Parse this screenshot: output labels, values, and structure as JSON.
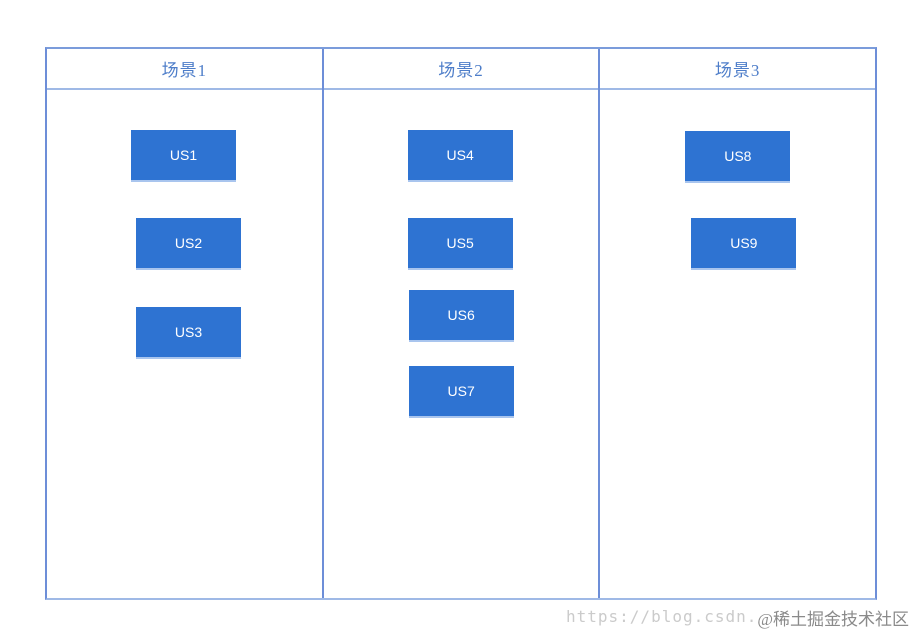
{
  "columns": [
    {
      "header": "场景1",
      "cards": [
        {
          "label": "US1"
        },
        {
          "label": "US2"
        },
        {
          "label": "US3"
        }
      ]
    },
    {
      "header": "场景2",
      "cards": [
        {
          "label": "US4"
        },
        {
          "label": "US5"
        },
        {
          "label": "US6"
        },
        {
          "label": "US7"
        }
      ]
    },
    {
      "header": "场景3",
      "cards": [
        {
          "label": "US8"
        },
        {
          "label": "US9"
        }
      ]
    }
  ],
  "watermark": {
    "url_text": "https://blog.csdn.",
    "badge_text": "@稀土掘金技术社区"
  },
  "colors": {
    "card_fill": "#2e73d2",
    "card_bottom_edge": "#a9c5ee",
    "card_text": "#ffffff",
    "border_strong": "#6d8ed8",
    "border_light": "#9fb9e6",
    "header_text": "#4d7dc9",
    "watermark_url": "#cbcbcb",
    "watermark_badge": "#8a8a8a"
  }
}
